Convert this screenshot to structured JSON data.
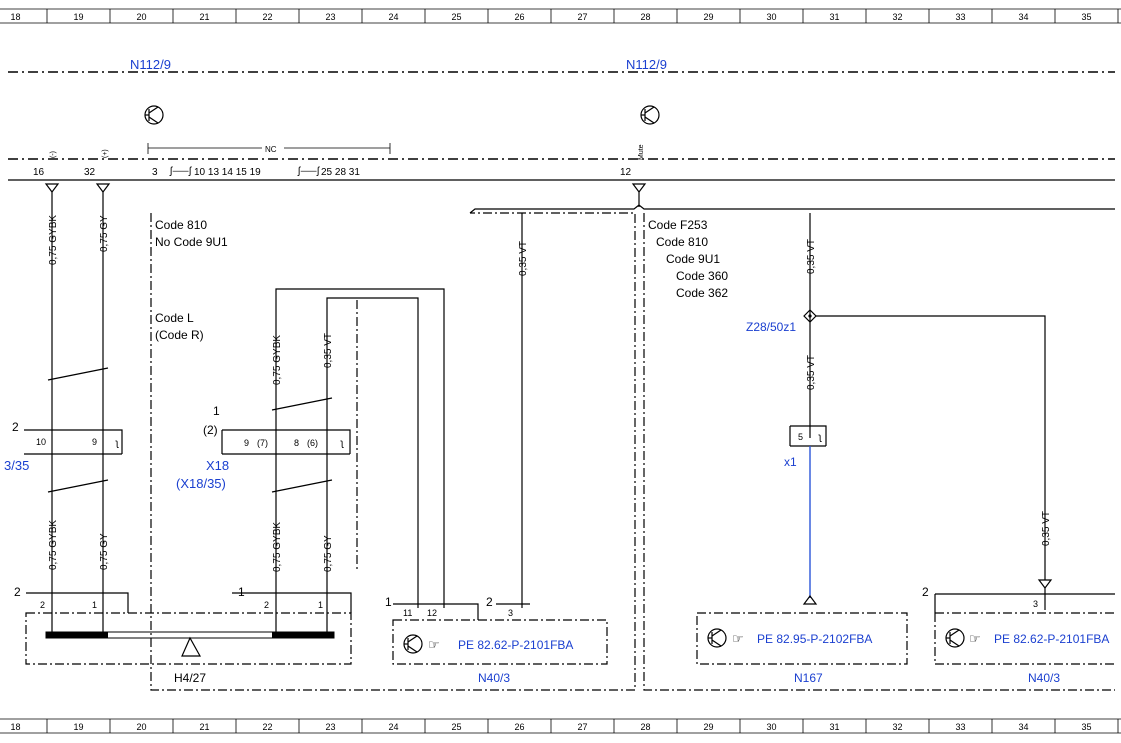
{
  "grid": {
    "columns": [
      "18",
      "19",
      "20",
      "21",
      "22",
      "23",
      "24",
      "25",
      "26",
      "27",
      "28",
      "29",
      "30",
      "31",
      "32",
      "33",
      "34",
      "35"
    ]
  },
  "components": {
    "n112_9_left": "N112/9",
    "n112_9_right": "N112/9",
    "h4_27": "H4/27",
    "n40_3_mid": "N40/3",
    "n167": "N167",
    "n40_3_right": "N40/3",
    "x18": "X18",
    "x18_alt": "(X18/35)",
    "x18_cut": "3/35",
    "z28": "Z28/50z1",
    "x1": "x1"
  },
  "pins": {
    "p16": "16",
    "p32": "32",
    "p12": "12",
    "nc_list_a": "3",
    "nc_list_b": "10  13  14  15  19",
    "nc_list_c": "25  28  31",
    "nc": "NC",
    "minus": "(-)",
    "plus": "(+)",
    "mute": "Mute",
    "c10": "10",
    "c9": "9",
    "c9b": "9",
    "c7": "(7)",
    "c8": "8",
    "c6": "(6)",
    "c2a": "2",
    "c1a": "1",
    "c2b": "2",
    "c1b": "1",
    "c11": "11",
    "c12": "12",
    "c3": "3",
    "c5": "5",
    "c3r": "3"
  },
  "connector_numbers": {
    "left_2": "2",
    "x18_1": "1",
    "x18_2": "(2)",
    "h4_2": "2",
    "h4_1": "1",
    "n40_1": "1",
    "n40_2": "2",
    "right_2": "2"
  },
  "wires": {
    "w1": "0,75 GYBK",
    "w2": "0,75 GY",
    "w3": "0,75 GYBK",
    "w4": "0,75 GY",
    "w5": "0,75 GYBK",
    "w6": "0,35 VT",
    "w7": "0,75 GYBK",
    "w8": "0,75 GY",
    "w9": "0,35 VT",
    "w10": "0,35 VT",
    "w11": "0,35 VT",
    "w12": "0,35 VT"
  },
  "codes": {
    "code_810": "Code 810",
    "no_code_9u1": "No Code 9U1",
    "code_l": "Code L",
    "code_r": "(Code R)",
    "code_f253": "Code F253",
    "code_810b": "Code 810",
    "code_9u1": "Code 9U1",
    "code_360": "Code 360",
    "code_362": "Code 362"
  },
  "references": {
    "pe_mid": "PE 82.62-P-2101FBA",
    "pe_n167": "PE 82.95-P-2102FBA",
    "pe_right": "PE 82.62-P-2101FBA"
  }
}
